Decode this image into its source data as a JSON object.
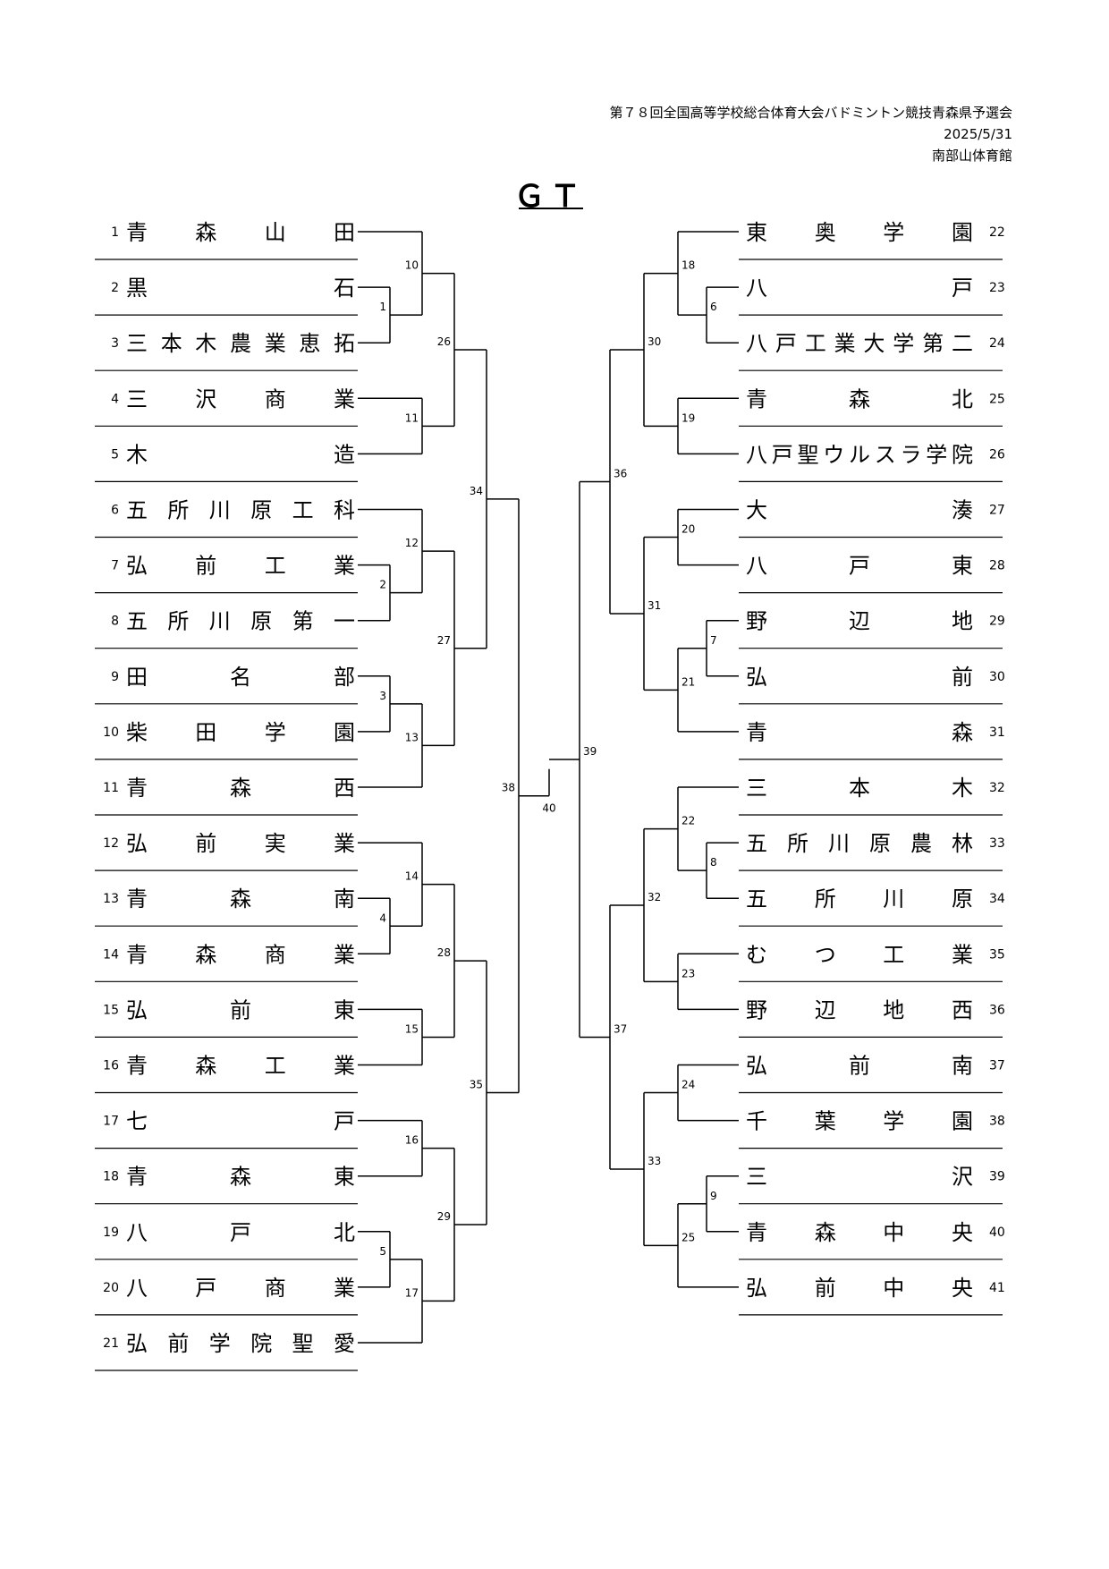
{
  "header": {
    "title": "第７８回全国高等学校総合体育大会バドミントン競技青森県予選会",
    "date": "2025/5/31",
    "venue": "南部山体育館"
  },
  "event": "ＧＴ",
  "left_teams": [
    {
      "num": "1",
      "name": "青森山田"
    },
    {
      "num": "2",
      "name": "黒石"
    },
    {
      "num": "3",
      "name": "三本木農業恵拓"
    },
    {
      "num": "4",
      "name": "三沢商業"
    },
    {
      "num": "5",
      "name": "木造"
    },
    {
      "num": "6",
      "name": "五所川原工科"
    },
    {
      "num": "7",
      "name": "弘前工業"
    },
    {
      "num": "8",
      "name": "五所川原第一"
    },
    {
      "num": "9",
      "name": "田名部"
    },
    {
      "num": "10",
      "name": "柴田学園"
    },
    {
      "num": "11",
      "name": "青森西"
    },
    {
      "num": "12",
      "name": "弘前実業"
    },
    {
      "num": "13",
      "name": "青森南"
    },
    {
      "num": "14",
      "name": "青森商業"
    },
    {
      "num": "15",
      "name": "弘前東"
    },
    {
      "num": "16",
      "name": "青森工業"
    },
    {
      "num": "17",
      "name": "七戸"
    },
    {
      "num": "18",
      "name": "青森東"
    },
    {
      "num": "19",
      "name": "八戸北"
    },
    {
      "num": "20",
      "name": "八戸商業"
    },
    {
      "num": "21",
      "name": "弘前学院聖愛"
    }
  ],
  "right_teams": [
    {
      "num": "22",
      "name": "東奥学園"
    },
    {
      "num": "23",
      "name": "八戸"
    },
    {
      "num": "24",
      "name": "八戸工業大学第二"
    },
    {
      "num": "25",
      "name": "青森北"
    },
    {
      "num": "26",
      "name": "八戸聖ウルスラ学院"
    },
    {
      "num": "27",
      "name": "大湊"
    },
    {
      "num": "28",
      "name": "八戸東"
    },
    {
      "num": "29",
      "name": "野辺地"
    },
    {
      "num": "30",
      "name": "弘前"
    },
    {
      "num": "31",
      "name": "青森"
    },
    {
      "num": "32",
      "name": "三本木"
    },
    {
      "num": "33",
      "name": "五所川原農林"
    },
    {
      "num": "34",
      "name": "五所川原"
    },
    {
      "num": "35",
      "name": "むつ工業"
    },
    {
      "num": "36",
      "name": "野辺地西"
    },
    {
      "num": "37",
      "name": "弘前南"
    },
    {
      "num": "38",
      "name": "千葉学園"
    },
    {
      "num": "39",
      "name": "三沢"
    },
    {
      "num": "40",
      "name": "青森中央"
    },
    {
      "num": "41",
      "name": "弘前中央"
    }
  ],
  "match_numbers": [
    "1",
    "2",
    "3",
    "4",
    "5",
    "6",
    "7",
    "8",
    "9",
    "10",
    "11",
    "12",
    "13",
    "14",
    "15",
    "16",
    "17",
    "18",
    "19",
    "20",
    "21",
    "22",
    "23",
    "24",
    "25",
    "26",
    "27",
    "28",
    "29",
    "30",
    "31",
    "32",
    "33",
    "34",
    "35",
    "36",
    "37",
    "38",
    "39",
    "40"
  ]
}
